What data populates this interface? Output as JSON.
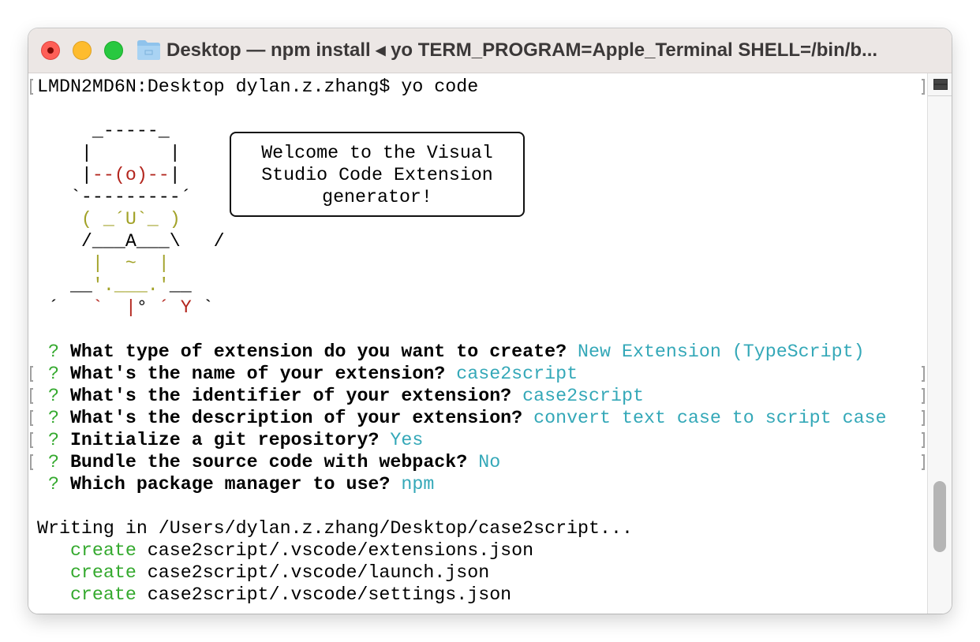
{
  "window": {
    "title": "Desktop — npm install ◂ yo TERM_PROGRAM=Apple_Terminal SHELL=/bin/b..."
  },
  "colors": {
    "red": "#b3261e",
    "olive": "#a2a228",
    "cyan": "#34a8b8",
    "green": "#34a92e"
  },
  "welcome_box": [
    "Welcome to the Visual",
    "Studio Code Extension",
    "generator!"
  ],
  "scroll_position_fraction": 0.85,
  "terminal": {
    "lines": [
      {
        "lb": true,
        "rb": true,
        "segs": [
          {
            "t": "LMDN2MD6N:Desktop dylan.z.zhang$ yo code",
            "c": "black"
          }
        ]
      },
      {
        "segs": []
      },
      {
        "segs": [
          {
            "t": "     _-----_",
            "c": "black"
          }
        ]
      },
      {
        "segs": [
          {
            "t": "    |       |",
            "c": "black"
          }
        ]
      },
      {
        "segs": [
          {
            "t": "    |",
            "c": "black"
          },
          {
            "t": "--(o)--",
            "c": "red"
          },
          {
            "t": "|",
            "c": "black"
          }
        ]
      },
      {
        "segs": [
          {
            "t": "   `---------´",
            "c": "black"
          }
        ]
      },
      {
        "segs": [
          {
            "t": "    ( _´U`_ )",
            "c": "olive"
          }
        ]
      },
      {
        "segs": [
          {
            "t": "    /___A___\\   /",
            "c": "black"
          }
        ]
      },
      {
        "segs": [
          {
            "t": "     |  ~  |",
            "c": "olive"
          }
        ]
      },
      {
        "segs": [
          {
            "t": "   __",
            "c": "black"
          },
          {
            "t": "'.___.'",
            "c": "olive"
          },
          {
            "t": "__",
            "c": "black"
          }
        ]
      },
      {
        "segs": [
          {
            "t": " ´   ",
            "c": "black"
          },
          {
            "t": "`  |",
            "c": "red"
          },
          {
            "t": "° ",
            "c": "black"
          },
          {
            "t": "´ Y",
            "c": "red"
          },
          {
            "t": " `",
            "c": "black"
          }
        ]
      },
      {
        "segs": []
      },
      {
        "segs": [
          {
            "t": " ?",
            "c": "green"
          },
          {
            "t": " What type of extension do you want to create?",
            "c": "b"
          },
          {
            "t": " New Extension (TypeScript)",
            "c": "cyan"
          }
        ]
      },
      {
        "lb": true,
        "rb": true,
        "segs": [
          {
            "t": " ?",
            "c": "green"
          },
          {
            "t": " What's the name of your extension?",
            "c": "b"
          },
          {
            "t": " case2script",
            "c": "cyan"
          }
        ]
      },
      {
        "lb": true,
        "rb": true,
        "segs": [
          {
            "t": " ?",
            "c": "green"
          },
          {
            "t": " What's the identifier of your extension?",
            "c": "b"
          },
          {
            "t": " case2script",
            "c": "cyan"
          }
        ]
      },
      {
        "lb": true,
        "rb": true,
        "segs": [
          {
            "t": " ?",
            "c": "green"
          },
          {
            "t": " What's the description of your extension?",
            "c": "b"
          },
          {
            "t": " convert text case to script case",
            "c": "cyan"
          }
        ]
      },
      {
        "lb": true,
        "rb": true,
        "segs": [
          {
            "t": " ?",
            "c": "green"
          },
          {
            "t": " Initialize a git repository?",
            "c": "b"
          },
          {
            "t": " Yes",
            "c": "cyan"
          }
        ]
      },
      {
        "lb": true,
        "rb": true,
        "segs": [
          {
            "t": " ?",
            "c": "green"
          },
          {
            "t": " Bundle the source code with webpack?",
            "c": "b"
          },
          {
            "t": " No",
            "c": "cyan"
          }
        ]
      },
      {
        "segs": [
          {
            "t": " ?",
            "c": "green"
          },
          {
            "t": " Which package manager to use?",
            "c": "b"
          },
          {
            "t": " npm",
            "c": "cyan"
          }
        ]
      },
      {
        "segs": []
      },
      {
        "segs": [
          {
            "t": "Writing in /Users/dylan.z.zhang/Desktop/case2script...",
            "c": "black"
          }
        ]
      },
      {
        "segs": [
          {
            "t": "   create",
            "c": "green"
          },
          {
            "t": " case2script/.vscode/extensions.json",
            "c": "black"
          }
        ]
      },
      {
        "segs": [
          {
            "t": "   create",
            "c": "green"
          },
          {
            "t": " case2script/.vscode/launch.json",
            "c": "black"
          }
        ]
      },
      {
        "segs": [
          {
            "t": "   create",
            "c": "green"
          },
          {
            "t": " case2script/.vscode/settings.json",
            "c": "black"
          }
        ]
      }
    ]
  }
}
